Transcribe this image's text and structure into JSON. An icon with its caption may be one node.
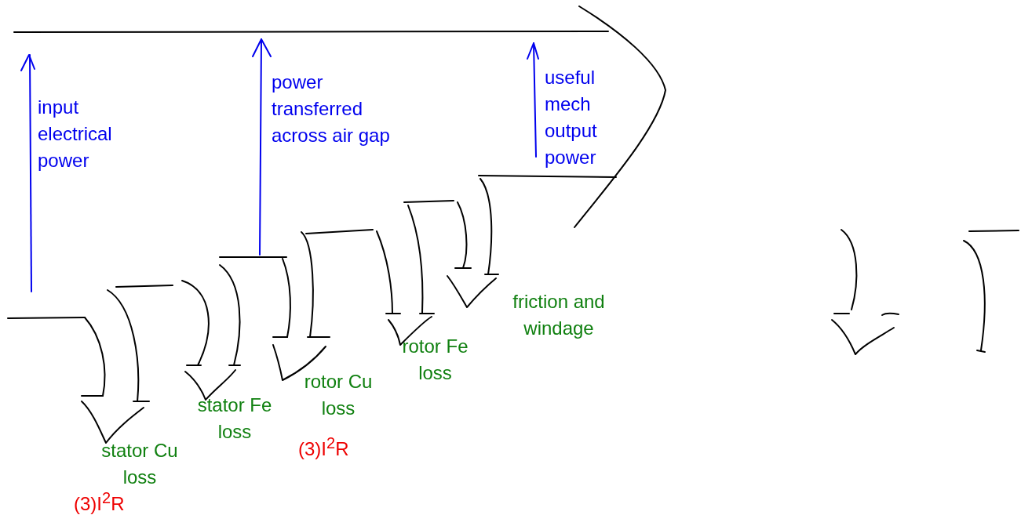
{
  "diagram": {
    "labels": [
      "input electrical power",
      "power transferred across air gap",
      "useful mech output power",
      "friction and windage",
      "rotor Fe loss",
      "stator Fe loss",
      "rotor Cu loss",
      "(3)I$^{2}$R",
      "stator Cu loss",
      "(3)I$^{2}$R"
    ]
  }
}
